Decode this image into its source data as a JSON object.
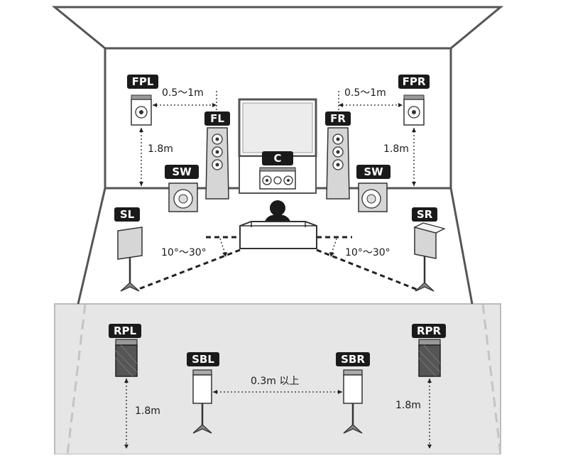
{
  "speakers": {
    "fpl": "FPL",
    "fpr": "FPR",
    "fl": "FL",
    "fr": "FR",
    "c": "C",
    "swl": "SW",
    "swr": "SW",
    "sl": "SL",
    "sr": "SR",
    "rpl": "RPL",
    "rpr": "RPR",
    "sbl": "SBL",
    "sbr": "SBR"
  },
  "measurements": {
    "front_presence_left_distance": "0.5～1m",
    "front_presence_right_distance": "0.5～1m",
    "front_presence_left_height": "1.8m",
    "front_presence_right_height": "1.8m",
    "surround_left_angle": "10°～30°",
    "surround_right_angle": "10°～30°",
    "surround_back_spacing": "0.3m 以上",
    "rear_presence_left_height": "1.8m",
    "rear_presence_right_height": "1.8m"
  },
  "colors": {
    "line": "#333333",
    "label_bg": "#1a1a1a",
    "rear_area": "#e6e6e6",
    "speaker_gray": "#d6d6d6"
  }
}
